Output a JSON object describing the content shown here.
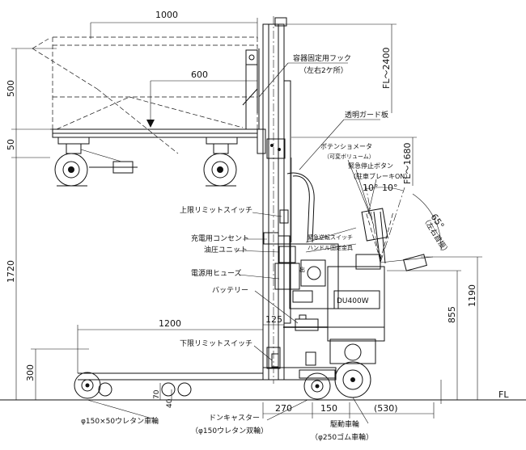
{
  "dimensions": {
    "d1000": "1000",
    "d600": "600",
    "d500": "500",
    "d50": "50",
    "d1720": "1720",
    "d1200": "1200",
    "d300": "300",
    "d125": "125",
    "d270": "270",
    "d150": "150",
    "d530": "(530)",
    "d855": "855",
    "d1190": "1190",
    "d70": "70",
    "d40": "40",
    "fl2400": "FL～2400",
    "fl1680": "FL～1680",
    "fl": "FL",
    "ang10a": "10°",
    "ang10b": "10°",
    "ang65": "65°"
  },
  "labels": {
    "hook": "容器固定用フック",
    "hook_sub": "（左右2ケ所）",
    "guard": "透明ガード板",
    "pot": "ポテンショメータ",
    "pot_sub": "（可変ボリューム）",
    "estop": "緊急停止ボタン",
    "parking": "（駐車ブレーキON）",
    "swing": "（左右首振）",
    "upper_limit": "上限リミットスイッチ",
    "charge": "充電用コンセント",
    "hydraulic": "油圧ユニット",
    "fuse": "電源用ヒューズ",
    "battery": "バッテリー",
    "reverse": "緊急逆転スイッチ",
    "handle_lock": "ハンドル固定金具",
    "model": "DU400W",
    "lower_limit": "下限リミットスイッチ",
    "front_wheel": "φ150×50ウレタン車輪",
    "caster": "ドンキャスター",
    "caster_sub": "（φ150ウレタン双輪）",
    "drive": "駆動車輪",
    "drive_sub": "（φ250ゴム車輪）"
  }
}
